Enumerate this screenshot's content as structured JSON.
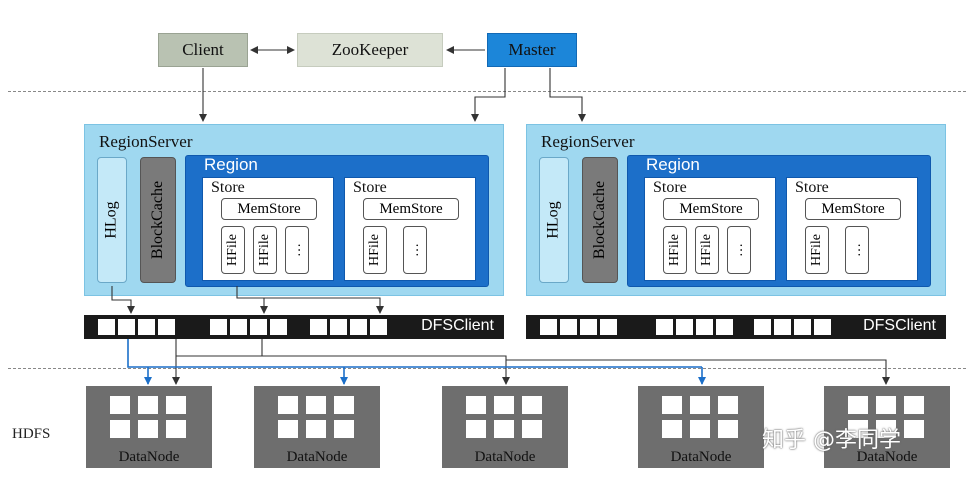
{
  "top": {
    "client": "Client",
    "zookeeper": "ZooKeeper",
    "master": "Master"
  },
  "region_servers": [
    {
      "label": "RegionServer",
      "hlog": "HLog",
      "blockcache": "BlockCache",
      "region": {
        "label": "Region",
        "stores": [
          {
            "label": "Store",
            "memstore": "MemStore",
            "hfiles": [
              "HFile",
              "HFile"
            ],
            "more": "…"
          },
          {
            "label": "Store",
            "memstore": "MemStore",
            "hfiles": [
              "HFile"
            ],
            "more": "…"
          }
        ]
      },
      "dfsclient": "DFSClient"
    },
    {
      "label": "RegionServer",
      "hlog": "HLog",
      "blockcache": "BlockCache",
      "region": {
        "label": "Region",
        "stores": [
          {
            "label": "Store",
            "memstore": "MemStore",
            "hfiles": [
              "HFile",
              "HFile"
            ],
            "more": "…"
          },
          {
            "label": "Store",
            "memstore": "MemStore",
            "hfiles": [
              "HFile"
            ],
            "more": "…"
          }
        ]
      },
      "dfsclient": "DFSClient"
    }
  ],
  "hdfs": {
    "label": "HDFS",
    "datanodes": [
      "DataNode",
      "DataNode",
      "DataNode",
      "DataNode",
      "DataNode"
    ]
  },
  "watermark": "知乎 @李同学",
  "colors": {
    "regionserver_bg": "#9fd8f0",
    "region_bg": "#1c6fc9",
    "master_bg": "#1c86d9",
    "client_bg": "#b9c2b2",
    "zookeeper_bg": "#dde2d6",
    "dfsclient_bg": "#1a1a1a",
    "datanode_bg": "#6e6e6e",
    "blockcache_bg": "#7a7a7a",
    "blue_arrow": "#1c6fc9"
  }
}
